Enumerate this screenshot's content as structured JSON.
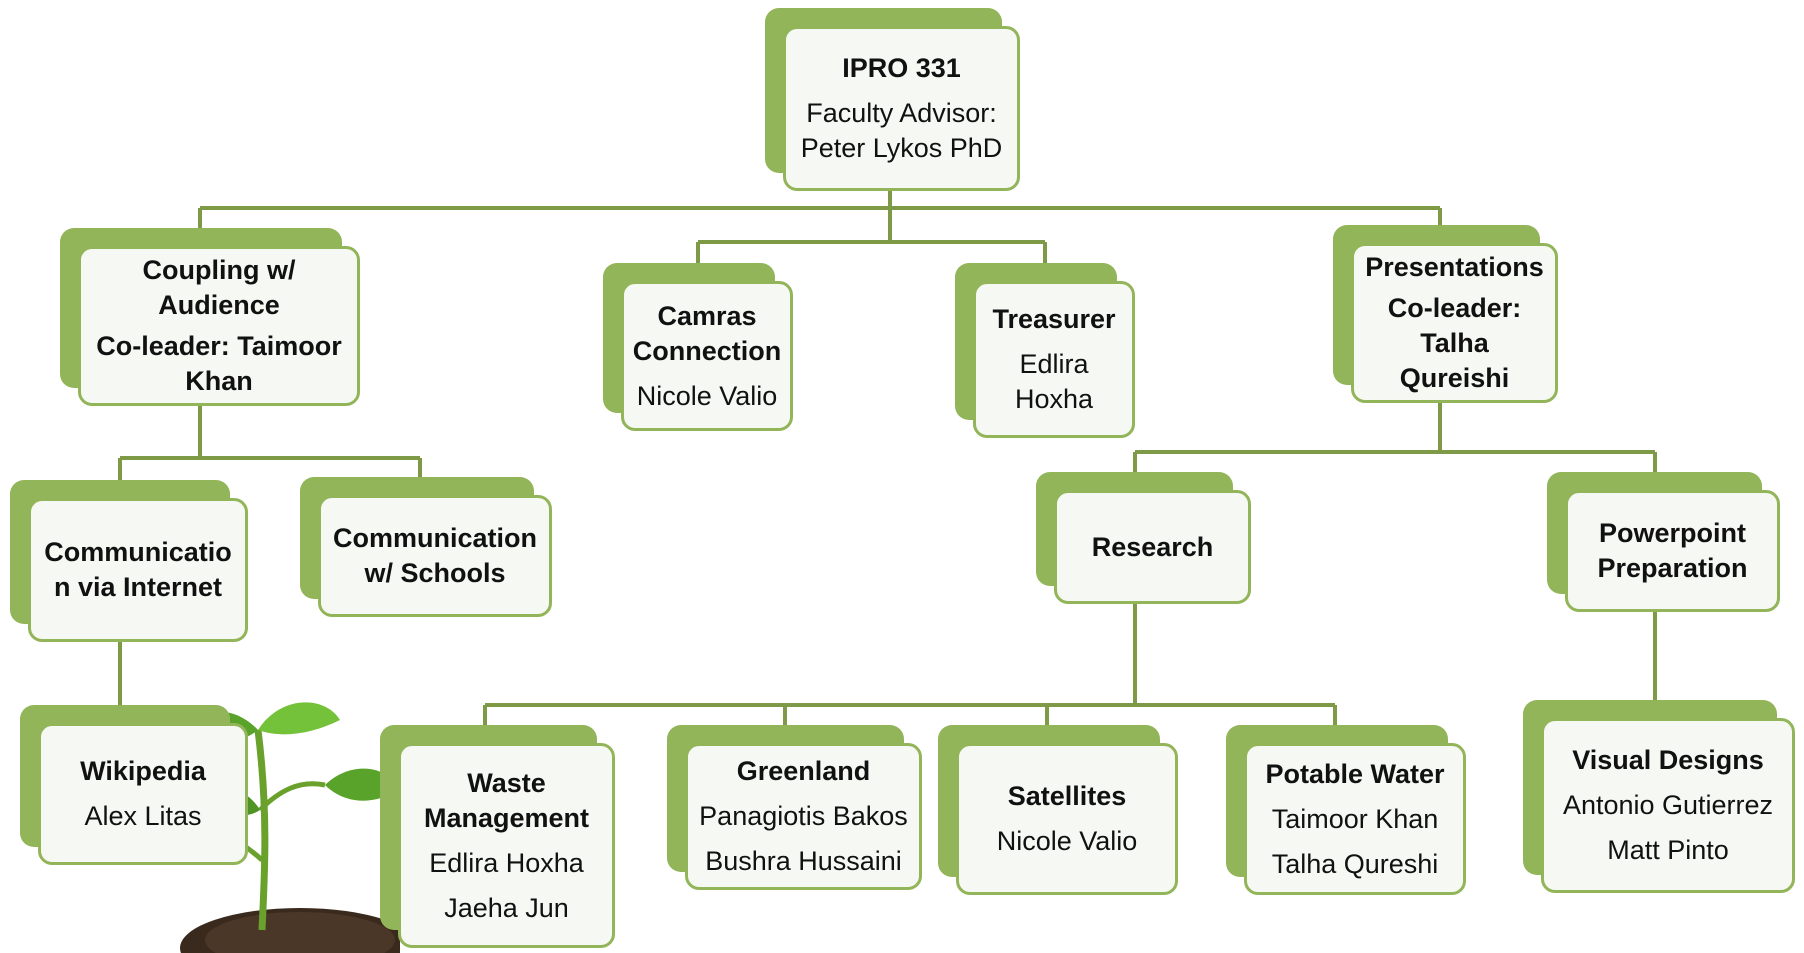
{
  "chart_data": {
    "type": "org-chart",
    "root": "ipro",
    "nodes": [
      {
        "id": "ipro",
        "title": "IPRO 331",
        "lines": [
          "Faculty Advisor:",
          "Peter Lykos PhD"
        ],
        "parent": null
      },
      {
        "id": "coupling",
        "title": "Coupling w/ Audience",
        "lines": [
          "Co-leader: Taimoor Khan"
        ],
        "parent": "ipro"
      },
      {
        "id": "camras",
        "title": "Camras Connection",
        "lines": [
          "Nicole Valio"
        ],
        "parent": "ipro"
      },
      {
        "id": "treasurer",
        "title": "Treasurer",
        "lines": [
          "Edlira",
          "Hoxha"
        ],
        "parent": "ipro"
      },
      {
        "id": "presentations",
        "title": "Presentations",
        "lines": [
          "Co-leader:",
          "Talha Qureishi"
        ],
        "parent": "ipro"
      },
      {
        "id": "comm-internet",
        "title": "Communicatio n via  Internet",
        "lines": [],
        "parent": "coupling"
      },
      {
        "id": "comm-schools",
        "title": "Communication w/ Schools",
        "lines": [],
        "parent": "coupling"
      },
      {
        "id": "wikipedia",
        "title": "Wikipedia",
        "lines": [
          "Alex Litas"
        ],
        "parent": "comm-internet"
      },
      {
        "id": "research",
        "title": "Research",
        "lines": [],
        "parent": "presentations"
      },
      {
        "id": "powerpoint",
        "title": "Powerpoint Preparation",
        "lines": [],
        "parent": "presentations"
      },
      {
        "id": "waste",
        "title": "Waste Management",
        "lines": [
          "Edlira Hoxha",
          "Jaeha Jun"
        ],
        "parent": "research"
      },
      {
        "id": "greenland",
        "title": "Greenland",
        "lines": [
          "Panagiotis Bakos",
          "Bushra Hussaini"
        ],
        "parent": "research"
      },
      {
        "id": "satellites",
        "title": "Satellites",
        "lines": [
          "Nicole Valio"
        ],
        "parent": "research"
      },
      {
        "id": "potable",
        "title": "Potable Water",
        "lines": [
          "Taimoor Khan",
          "Talha Qureshi"
        ],
        "parent": "research"
      },
      {
        "id": "visual",
        "title": "Visual Designs",
        "lines": [
          "Antonio Gutierrez",
          "Matt Pinto"
        ],
        "parent": "powerpoint"
      }
    ]
  },
  "colors": {
    "accent": "#93b55a",
    "box_fill": "#f6f8f3",
    "connector": "#7f9a47",
    "background": "#ffffff"
  },
  "decoration": {
    "image": "seedling-plant-photo"
  }
}
